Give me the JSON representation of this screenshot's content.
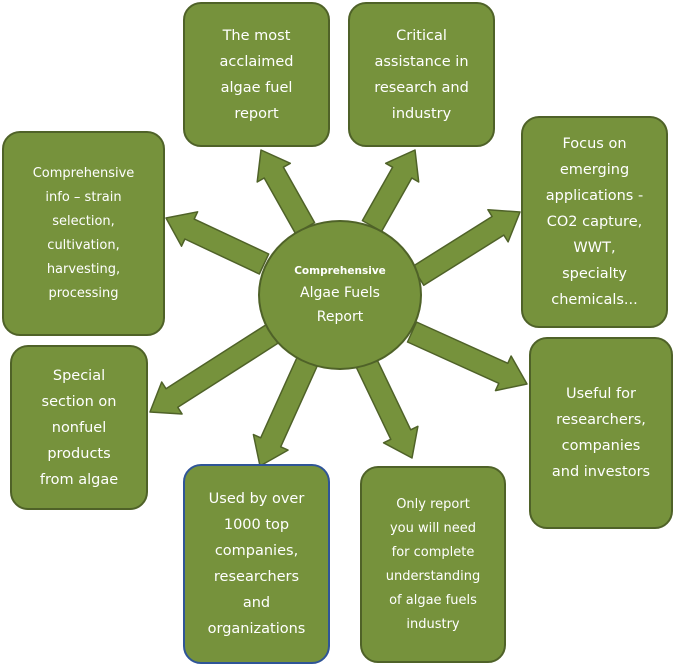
{
  "center": {
    "line1": "Comprehensive",
    "line2": "Algae Fuels",
    "line3": "Report"
  },
  "boxes": {
    "top_left": [
      "The most",
      "acclaimed",
      "algae fuel",
      "report"
    ],
    "top_right": [
      "Critical",
      "assistance in",
      "research and",
      "industry"
    ],
    "right_upper": [
      "Focus on",
      "emerging",
      "applications -",
      "CO2 capture,",
      "WWT,",
      "specialty",
      "chemicals..."
    ],
    "right_lower": [
      "Useful for",
      "researchers,",
      "companies",
      "and investors"
    ],
    "bottom_right": [
      "Only report",
      "you will need",
      "for complete",
      "understanding",
      "of algae fuels",
      "industry"
    ],
    "bottom_left": [
      "Used by over",
      "1000 top",
      "companies,",
      "researchers",
      "and",
      "organizations"
    ],
    "left_lower": [
      "Special",
      "section on",
      "nonfuel",
      "products",
      "from algae"
    ],
    "left_upper": [
      "Comprehensive",
      "info – strain",
      "selection,",
      "cultivation,",
      "harvesting,",
      "processing"
    ]
  },
  "colors": {
    "fill": "#76923c",
    "border": "#4f6228",
    "highlight_border": "#2f5597",
    "text": "#ffffff"
  }
}
